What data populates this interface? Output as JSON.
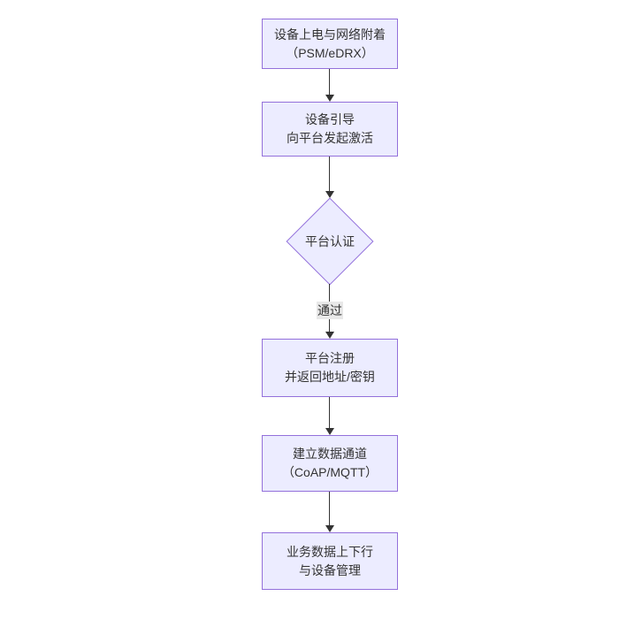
{
  "diagram": {
    "type": "flowchart",
    "direction": "top-down",
    "colors": {
      "node_fill": "#ECECFF",
      "node_border": "#9370DB",
      "arrow": "#333333",
      "text": "#333333",
      "edge_label_bg": "#e8e8e8",
      "background": "#ffffff"
    },
    "nodes": [
      {
        "id": "power-attach",
        "type": "rect",
        "line1": "设备上电与网络附着",
        "line2": "（PSM/eDRX）"
      },
      {
        "id": "bootstrap",
        "type": "rect",
        "line1": "设备引导",
        "line2": "向平台发起激活"
      },
      {
        "id": "auth",
        "type": "diamond",
        "line1": "平台认证",
        "line2": ""
      },
      {
        "id": "register",
        "type": "rect",
        "line1": "平台注册",
        "line2": "并返回地址/密钥"
      },
      {
        "id": "channel",
        "type": "rect",
        "line1": "建立数据通道",
        "line2": "（CoAP/MQTT）"
      },
      {
        "id": "business",
        "type": "rect",
        "line1": "业务数据上下行",
        "line2": "与设备管理"
      }
    ],
    "edges": [
      {
        "from": "power-attach",
        "to": "bootstrap",
        "label": ""
      },
      {
        "from": "bootstrap",
        "to": "auth",
        "label": ""
      },
      {
        "from": "auth",
        "to": "register",
        "label": "通过"
      },
      {
        "from": "register",
        "to": "channel",
        "label": ""
      },
      {
        "from": "channel",
        "to": "business",
        "label": ""
      }
    ]
  }
}
